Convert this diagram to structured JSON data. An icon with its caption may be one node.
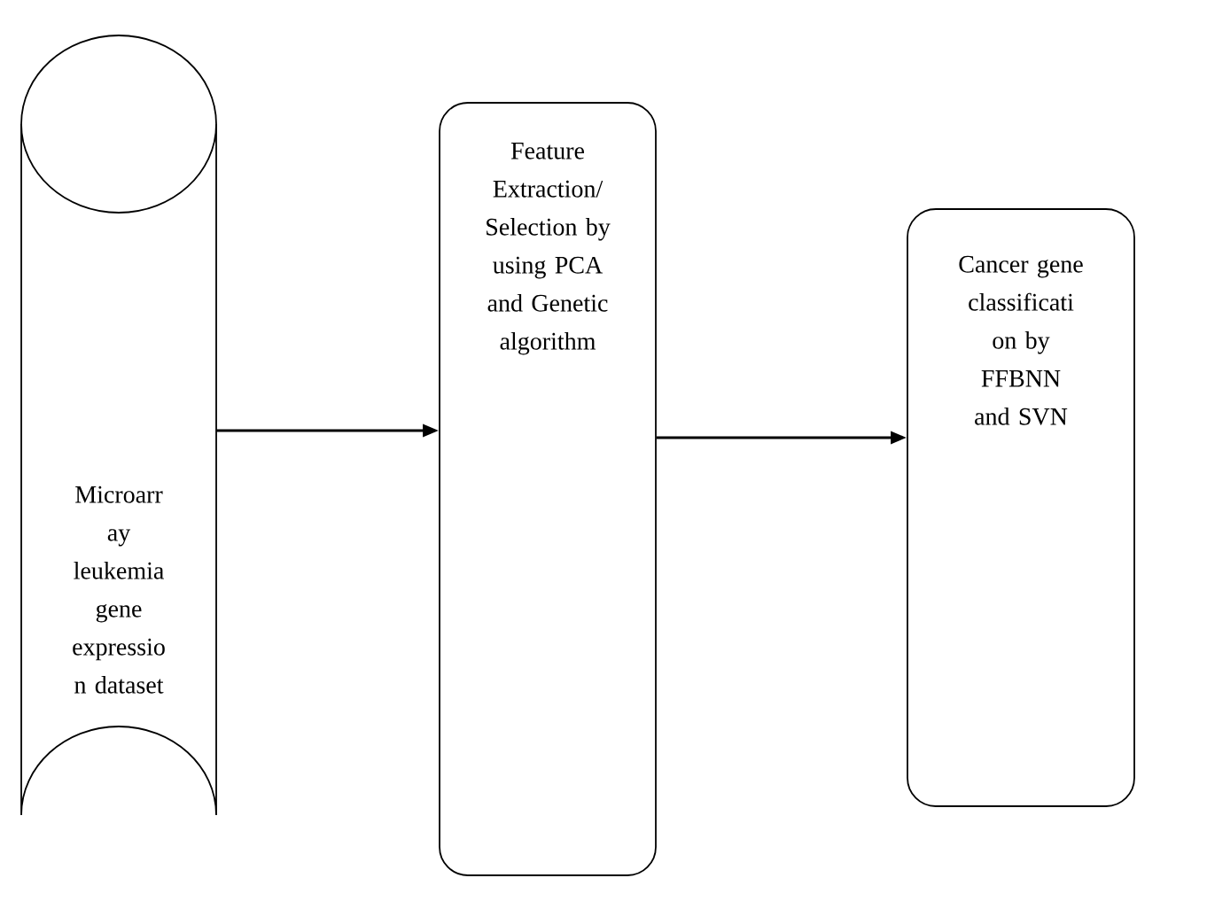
{
  "diagram": {
    "nodes": [
      {
        "text": [
          "Microarr ay leukemia gene expressio n dataset"
        ]
      },
      {
        "text": [
          "Feature Extraction/ Selection by using PCA and Genetic algorithm"
        ]
      },
      {
        "text": [
          "Cancer gene classificati on by FFBNN and SVN"
        ]
      }
    ],
    "edges": [
      {
        "from": 0,
        "to": 1,
        "arrow": "to"
      },
      {
        "from": 1,
        "to": 2,
        "arrow": "to"
      }
    ]
  }
}
